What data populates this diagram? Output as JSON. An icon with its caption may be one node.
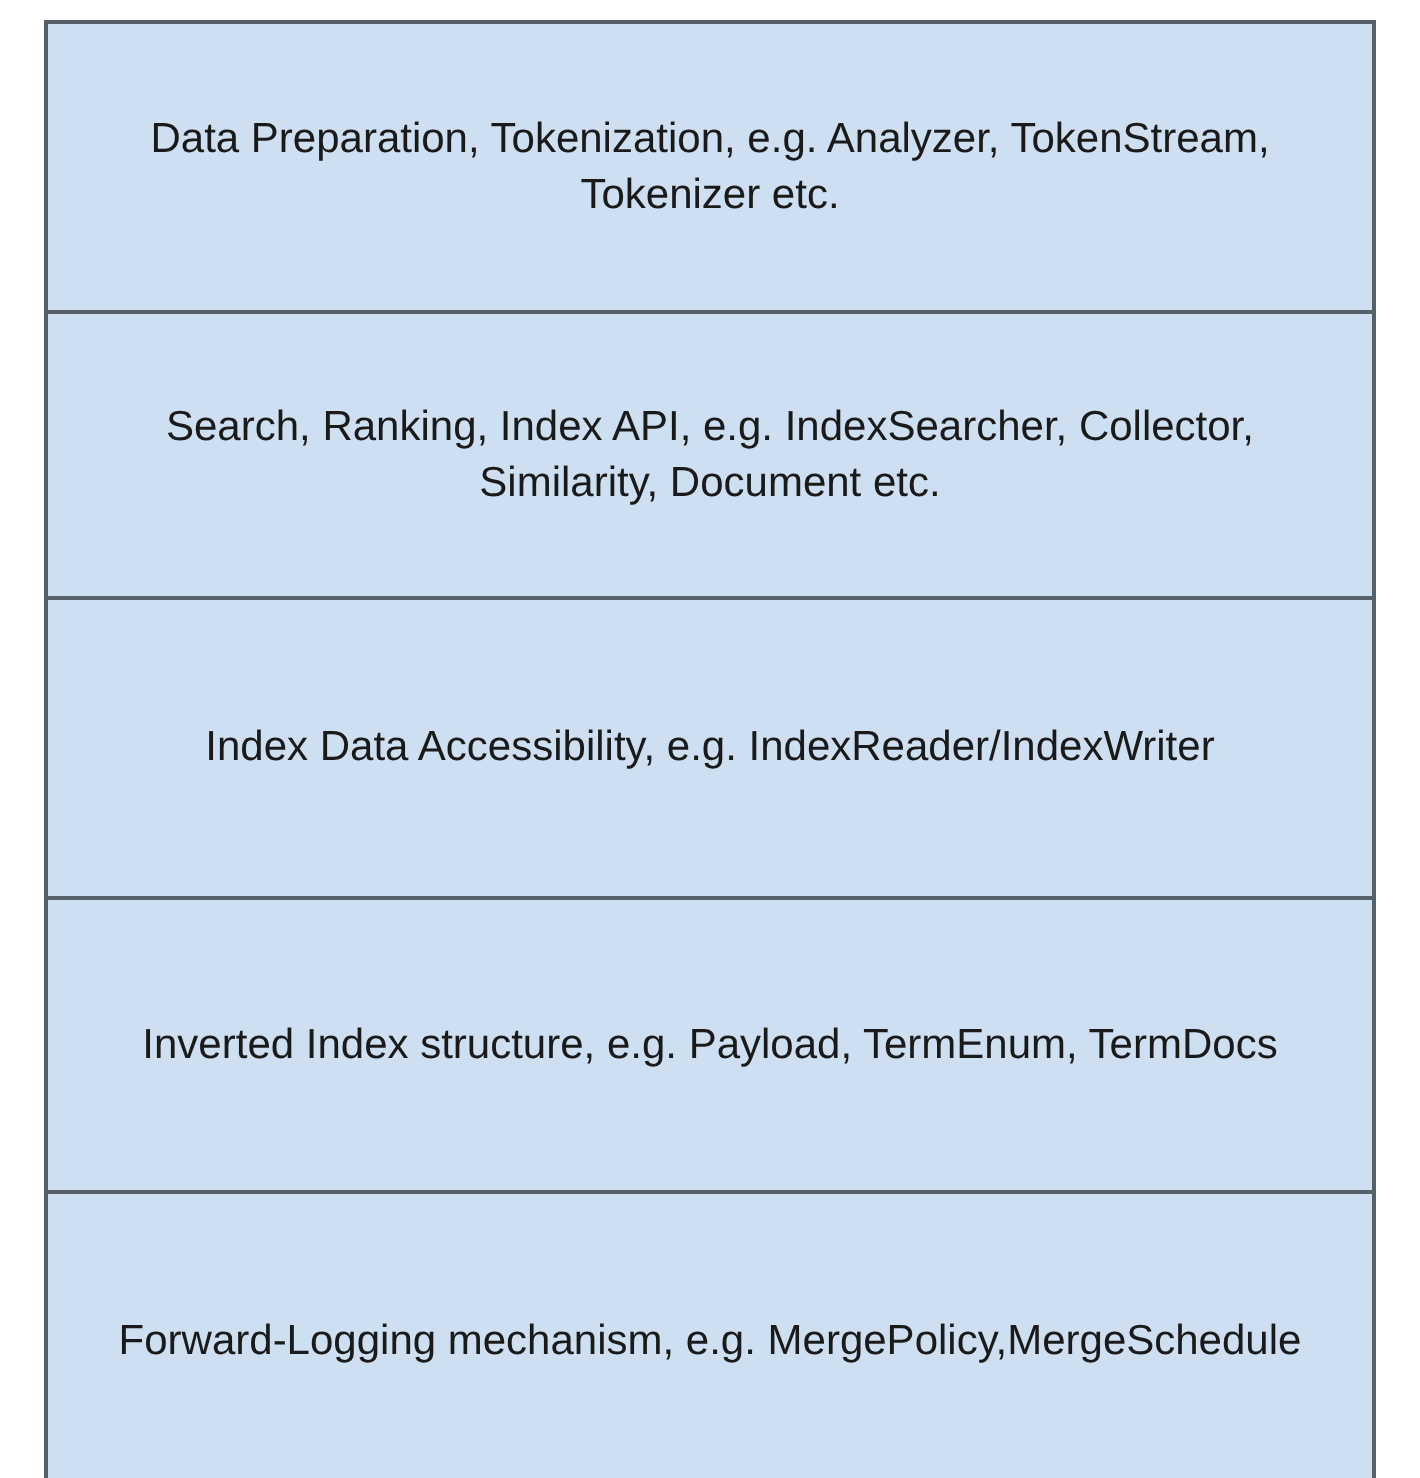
{
  "diagram": {
    "nodes": [
      {
        "text": [
          "Data Preparation, Tokenization, e.g. Analyzer, TokenStream, Tokenizer etc."
        ]
      },
      {
        "text": [
          "Search, Ranking, Index API, e.g. IndexSearcher, Collector, Similarity, Document etc."
        ]
      },
      {
        "text": [
          "Index Data Accessibility, e.g. IndexReader/IndexWriter"
        ]
      },
      {
        "text": [
          "Inverted Index structure, e.g. Payload, TermEnum, TermDocs"
        ]
      },
      {
        "text": [
          "Forward-Logging mechanism, e.g. MergePolicy,MergeSchedule"
        ]
      }
    ],
    "edges": []
  }
}
